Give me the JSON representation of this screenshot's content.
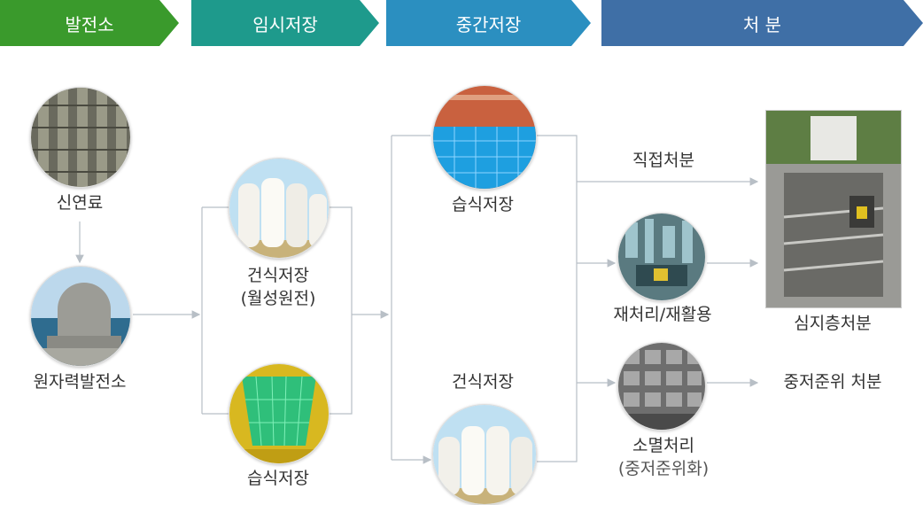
{
  "stages": [
    {
      "label": "발전소",
      "color": "#3a9a2c"
    },
    {
      "label": "임시저장",
      "color": "#1e9a8c"
    },
    {
      "label": "중간저장",
      "color": "#2b8fc0"
    },
    {
      "label": "처 분",
      "color": "#3f6fa6"
    }
  ],
  "nodes": {
    "fresh_fuel": "신연료",
    "power_plant": "원자력발전소",
    "temp_dry": "건식저장",
    "temp_dry_sub": "(월성원전)",
    "temp_wet": "습식저장",
    "interim_wet": "습식저장",
    "interim_dry": "건식저장",
    "direct_disposal": "직접처분",
    "reprocessing": "재처리/재활용",
    "transmutation": "소멸처리",
    "transmutation_sub": "(중저준위화)",
    "deep_disposal": "심지층처분",
    "low_mid_disposal": "중저준위 처분"
  }
}
